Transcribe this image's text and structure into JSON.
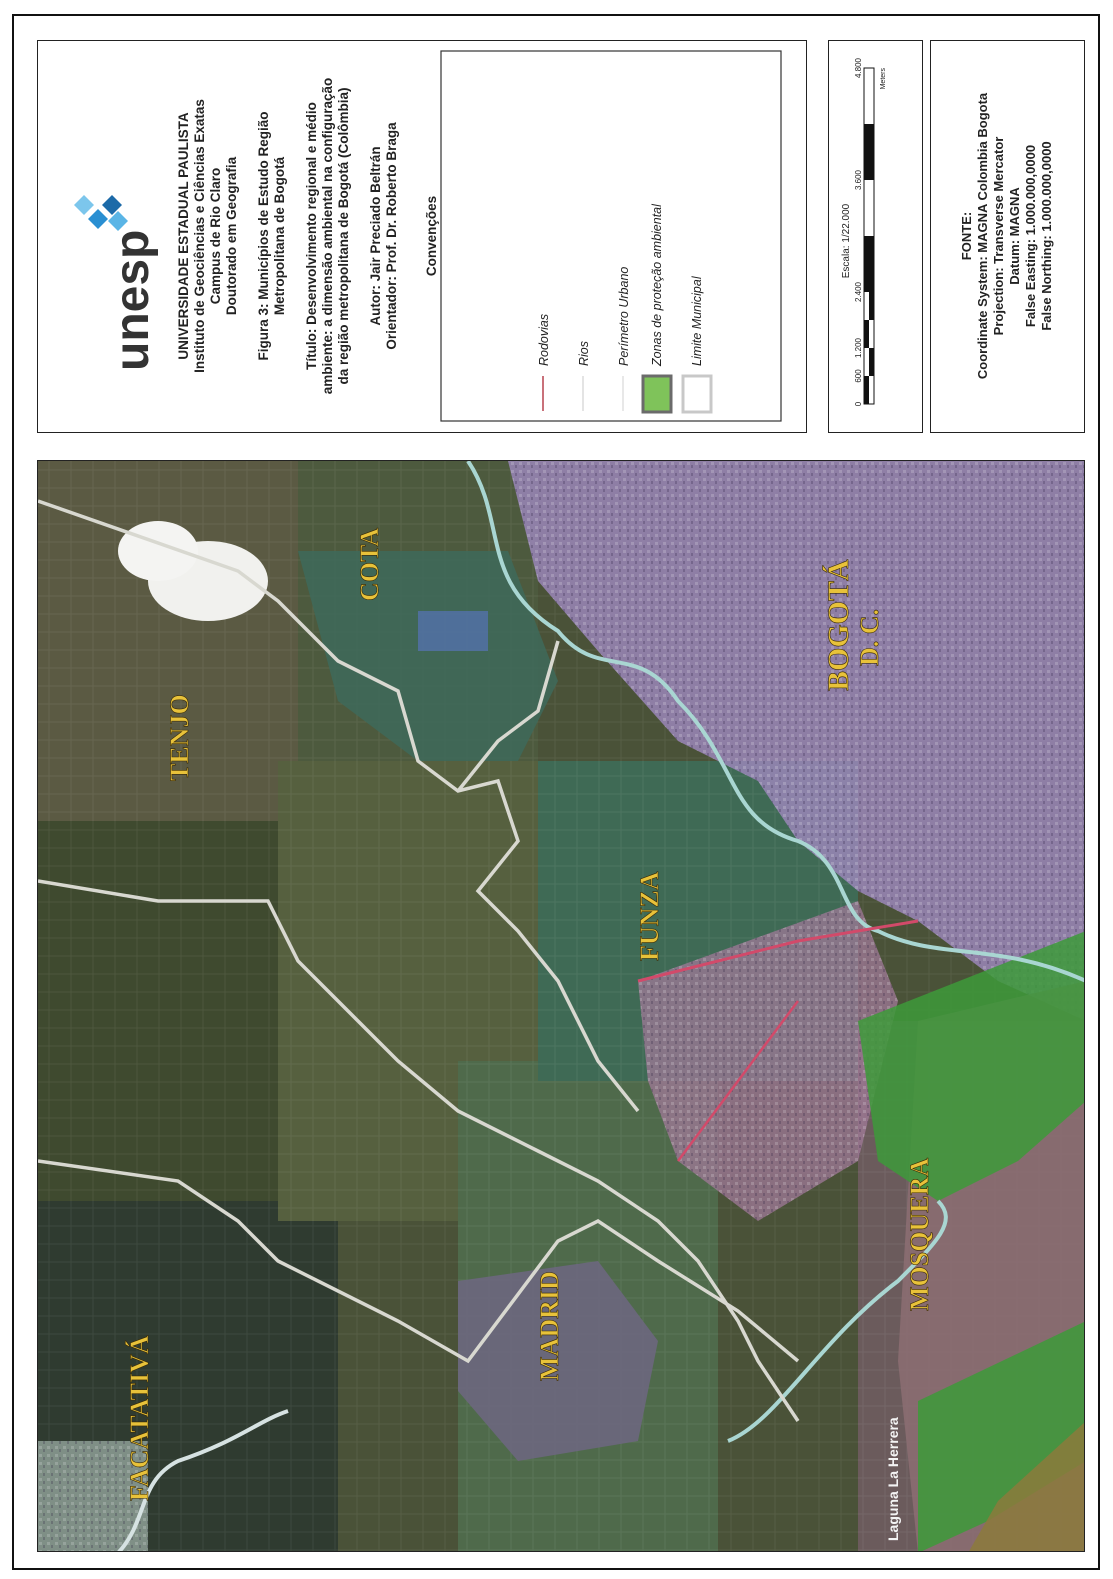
{
  "header": {
    "logo_text": "unesp",
    "university": "UNIVERSIDADE ESTADUAL PAULISTA",
    "institute": "Instituto de Geociências e Ciências Exatas",
    "campus": "Campus de Rio Claro",
    "program": "Doutorado em Geografia",
    "figure_line1": "Figura 3: Municípios de Estudo Região",
    "figure_line2": "Metropolitana de Bogotá",
    "title_line1": "Título: Desenvolvimento regional e médio",
    "title_line2": "ambiente: a dimensão ambiental na configuração",
    "title_line3": "da região metropolitana de Bogotá (Colômbia)",
    "author": "Autor: Jair Preciado Beltrán",
    "advisor": "Orientador: Prof. Dr. Roberto Braga",
    "legend_title": "Convenções"
  },
  "legend": {
    "items": [
      {
        "label": "Rodovias",
        "color": "#c9717a"
      },
      {
        "label": "Rios",
        "color": "#e4e4e4"
      },
      {
        "label": "Perímetro Urbano",
        "color": "#e8e8e8"
      },
      {
        "label": "Zonas de proteção ambiental",
        "color": "#7fc35a",
        "border": "#6b6b6b"
      },
      {
        "label": "Limite Municipal",
        "color": "#ffffff",
        "border": "#c8c8c8"
      }
    ]
  },
  "scale": {
    "title": "Escala: 1/22.000",
    "ticks": [
      "0",
      "600",
      "1.200",
      "2.400",
      "3.600",
      "4.800"
    ],
    "unit": "Meters"
  },
  "source": {
    "heading": "FONTE:",
    "line1": "Coordinate System: MAGNA Colombia Bogota",
    "line2": "Projection: Transverse Mercator",
    "line3": "Datum: MAGNA",
    "line4": "False Easting: 1.000.000,0000",
    "line5": "False Northing: 1.000.000,0000"
  },
  "map": {
    "places": {
      "tenjo": "TENJO",
      "cota": "COTA",
      "bogota_1": "BOGOTÁ",
      "bogota_2": "D. C.",
      "funza": "FUNZA",
      "mosquera": "MOSQUERA",
      "madrid": "MADRID",
      "facatativa": "FACATATIVÁ",
      "laguna": "Laguna La Herrera"
    },
    "colors": {
      "urban_bogota": "#9a86b8",
      "protection_zone": "#3d9a3a",
      "municipal_limit": "#d8d8d0",
      "river": "#a9d6d2",
      "road": "#d24a6a"
    }
  }
}
